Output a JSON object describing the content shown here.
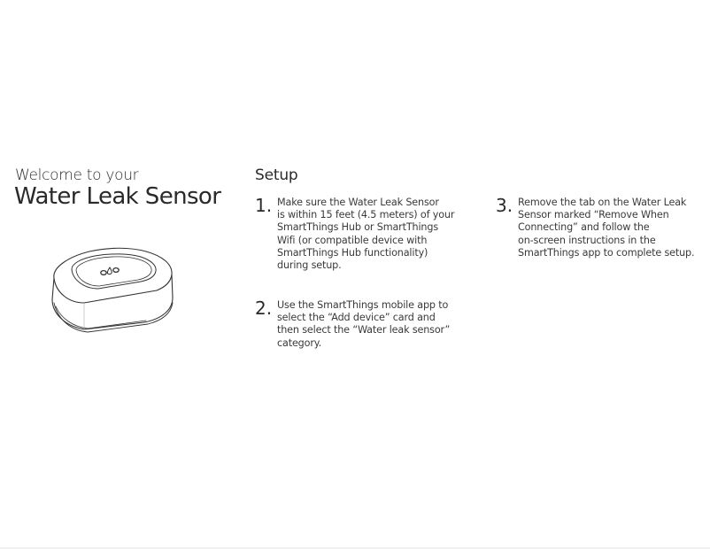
{
  "intro": {
    "welcome": "Welcome to your",
    "product_name": "Water Leak Sensor",
    "illustration": "water-leak-sensor-device-illustration"
  },
  "setup": {
    "title": "Setup",
    "steps": [
      {
        "number": "1.",
        "text": "Make sure the Water Leak Sensor\nis within 15 feet (4.5 meters) of your\nSmartThings Hub or SmartThings\nWifi (or compatible device with\nSmartThings Hub functionality)\nduring setup."
      },
      {
        "number": "2.",
        "text": "Use the SmartThings mobile app to\nselect the “Add device” card and\nthen select the “Water leak sensor”\ncategory."
      },
      {
        "number": "3.",
        "text": "Remove the tab on the Water Leak\nSensor marked “Remove When\nConnecting” and follow the\non-screen instructions in the\nSmartThings app to complete setup."
      }
    ]
  },
  "colors": {
    "text": "#2a2a2a",
    "background": "#ffffff",
    "line_art": "#333333"
  }
}
